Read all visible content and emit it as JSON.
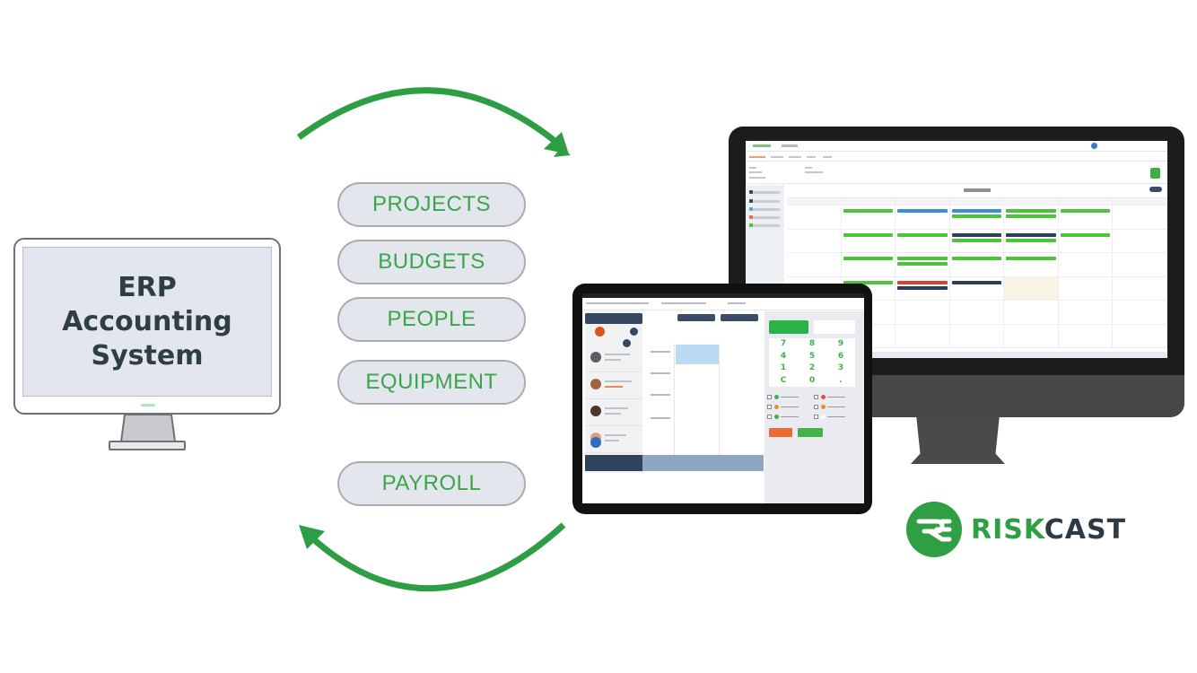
{
  "erp": {
    "line1": "ERP",
    "line2": "Accounting",
    "line3": "System"
  },
  "data_flows": [
    {
      "label": "PROJECTS"
    },
    {
      "label": "BUDGETS"
    },
    {
      "label": "PEOPLE"
    },
    {
      "label": "EQUIPMENT"
    },
    {
      "label": "PAYROLL"
    }
  ],
  "arrows": {
    "top": {
      "direction": "left-to-right",
      "icon": "curved-arrow-right-icon"
    },
    "bottom": {
      "direction": "right-to-left",
      "icon": "curved-arrow-left-icon"
    }
  },
  "tablet": {
    "keypad": [
      "7",
      "8",
      "9",
      "4",
      "5",
      "6",
      "1",
      "2",
      "3",
      "C",
      "0",
      "."
    ]
  },
  "brand": {
    "name_part1": "RISK",
    "name_part2": "CAST",
    "green": "#2ea043",
    "dark": "#2e3b45"
  },
  "colors": {
    "pill_text": "#3aa54a",
    "pill_fill": "#e4e6ee",
    "arrow": "#2e9e44",
    "erp_text": "#2f3d47"
  }
}
